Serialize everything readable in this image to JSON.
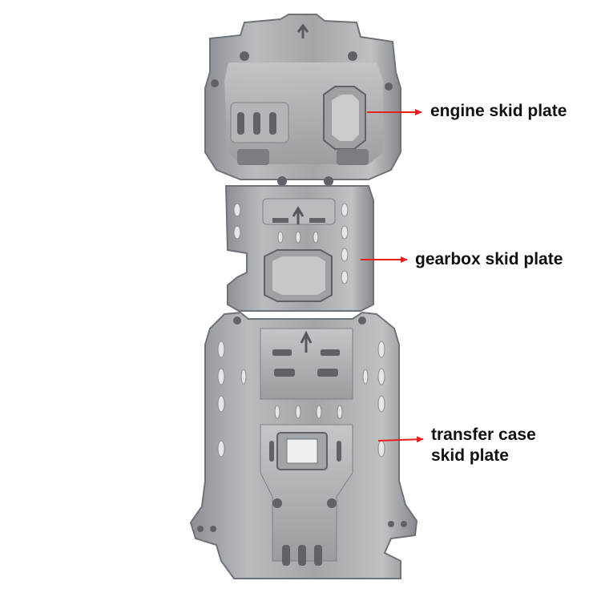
{
  "labels": {
    "engine": "engine skid plate",
    "gearbox": "gearbox skid plate",
    "transfer_line1": "transfer case",
    "transfer_line2": "skid plate"
  },
  "colors": {
    "arrow": "#e8201c",
    "plate": "#a7aaad",
    "plate_dark": "#6f7377",
    "plate_light": "#cdd0d2",
    "background": "#ffffff"
  }
}
